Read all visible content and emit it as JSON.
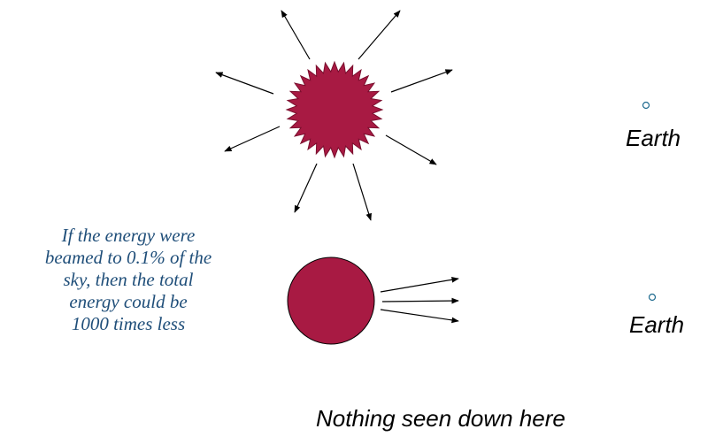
{
  "labels": {
    "earth_top": "Earth",
    "earth_bottom": "Earth",
    "caption": "Nothing seen down here"
  },
  "note": {
    "lines": [
      "If the energy were",
      "beamed to 0.1% of the",
      "sky, then the total",
      "energy could be",
      "1000 times less"
    ]
  },
  "colors": {
    "source_fill": "#a81a43",
    "note_text": "#1f4e79",
    "earth_marker": "#1f6b8f",
    "arrow": "#000000"
  }
}
